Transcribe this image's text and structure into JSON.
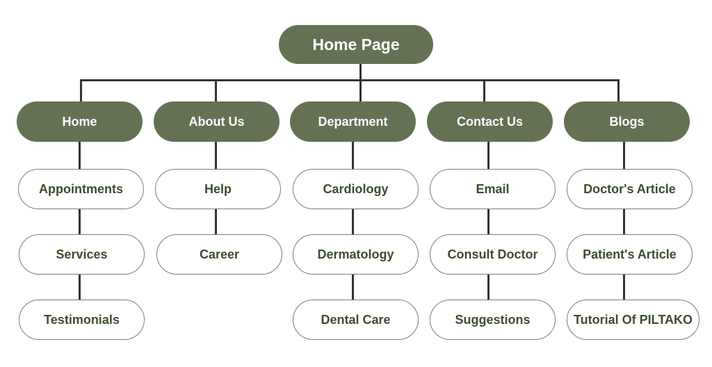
{
  "diagram": {
    "type": "sitemap-tree",
    "colors": {
      "node_fill": "#647153",
      "node_text": "#ffffff",
      "leaf_fill": "#ffffff",
      "leaf_text": "#3b4e2c",
      "leaf_border": "#7b7b7b",
      "connector": "#333333"
    },
    "root": {
      "label": "Home Page"
    },
    "categories": [
      {
        "label": "Home",
        "children": [
          "Appointments",
          "Services",
          "Testimonials"
        ]
      },
      {
        "label": "About Us",
        "children": [
          "Help",
          "Career"
        ]
      },
      {
        "label": "Department",
        "children": [
          "Cardiology",
          "Dermatology",
          "Dental Care"
        ]
      },
      {
        "label": "Contact Us",
        "children": [
          "Email",
          "Consult Doctor",
          "Suggestions"
        ]
      },
      {
        "label": "Blogs",
        "children": [
          "Doctor's Article",
          "Patient's Article",
          "Tutorial Of PILTAKO"
        ]
      }
    ],
    "edges": [
      [
        "Home Page",
        "Home"
      ],
      [
        "Home Page",
        "About Us"
      ],
      [
        "Home Page",
        "Department"
      ],
      [
        "Home Page",
        "Contact Us"
      ],
      [
        "Home Page",
        "Blogs"
      ],
      [
        "Home",
        "Appointments"
      ],
      [
        "Appointments",
        "Services"
      ],
      [
        "Services",
        "Testimonials"
      ],
      [
        "About Us",
        "Help"
      ],
      [
        "Help",
        "Career"
      ],
      [
        "Department",
        "Cardiology"
      ],
      [
        "Cardiology",
        "Dermatology"
      ],
      [
        "Dermatology",
        "Dental Care"
      ],
      [
        "Contact Us",
        "Email"
      ],
      [
        "Email",
        "Consult Doctor"
      ],
      [
        "Consult Doctor",
        "Suggestions"
      ],
      [
        "Blogs",
        "Doctor's Article"
      ],
      [
        "Doctor's Article",
        "Patient's Article"
      ],
      [
        "Patient's Article",
        "Tutorial Of PILTAKO"
      ]
    ]
  }
}
